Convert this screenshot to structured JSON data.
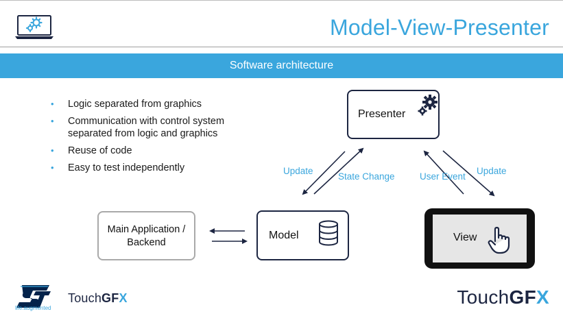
{
  "slide": {
    "title": "Model-View-Presenter",
    "banner": "Software architecture"
  },
  "bullets": [
    "Logic separated from graphics",
    "Communication with control system separated from logic and graphics",
    "Reuse of code",
    "Easy to test independently"
  ],
  "nodes": {
    "presenter": "Presenter",
    "model": "Model",
    "view": "View",
    "main_application": "Main Application / Backend"
  },
  "edges": {
    "presenter_to_model": "Update",
    "model_to_presenter": "State Change",
    "view_to_presenter": "User Event",
    "presenter_to_view": "Update"
  },
  "branding": {
    "st_tagline": "life.augmented",
    "touchgfx_prefix": "Touch",
    "touchgfx_bold": "GF",
    "touchgfx_x": "X"
  },
  "colors": {
    "accent": "#3aa6dd",
    "dark": "#1c2541",
    "st_blue": "#03234b"
  },
  "icons": [
    "laptop-gear-icon",
    "gears-icon",
    "database-icon",
    "hand-pointer-icon",
    "st-logo-icon"
  ]
}
